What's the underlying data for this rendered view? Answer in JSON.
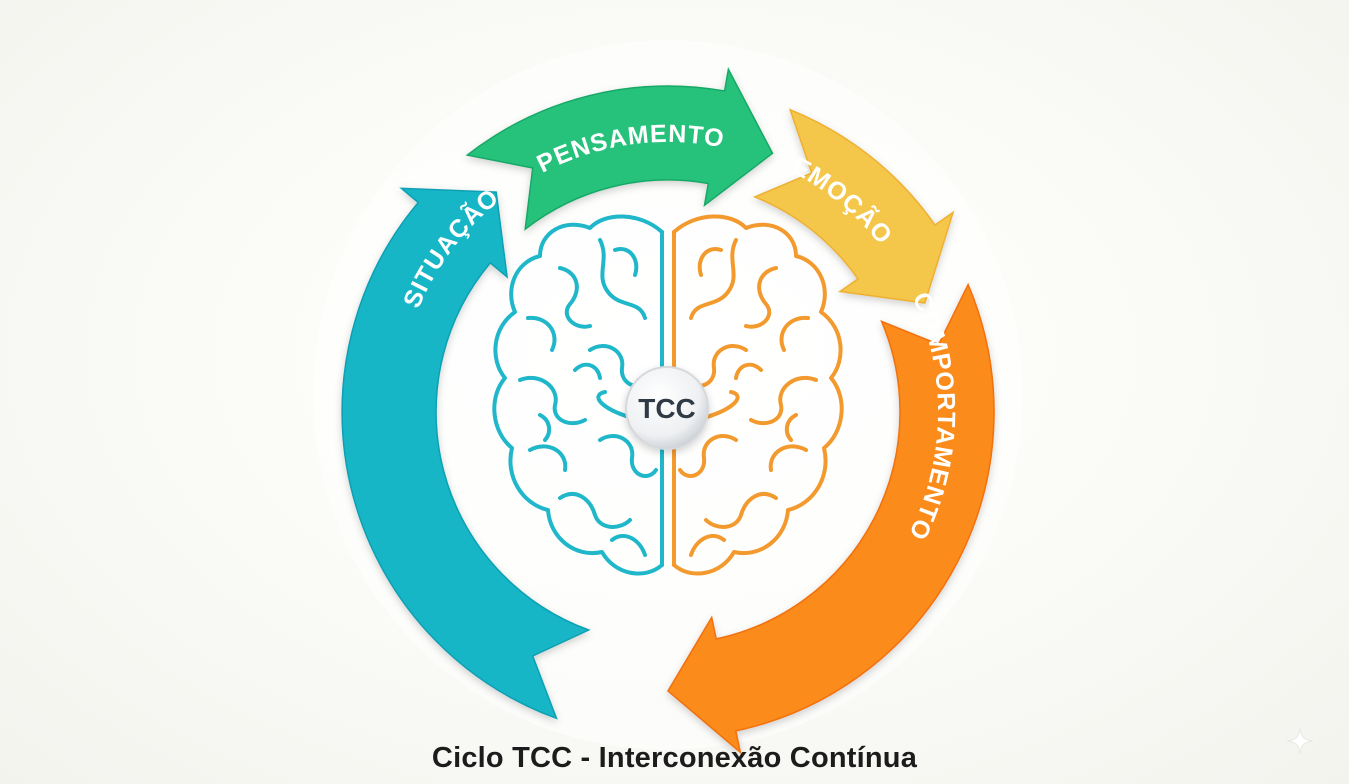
{
  "diagram": {
    "segments": [
      {
        "label": "SITUAÇÃO",
        "color": "#19b6c6",
        "color_dark": "#0e9fb3"
      },
      {
        "label": "PENSAMENTO",
        "color": "#27c27b",
        "color_dark": "#18a866"
      },
      {
        "label": "EMOÇÃO",
        "color": "#f4c64a",
        "color_dark": "#eeb032"
      },
      {
        "label": "COMPORTAMENTO",
        "color": "#fb8c1a",
        "color_dark": "#f26f0c"
      }
    ],
    "center_label": "TCC",
    "brain_colors": {
      "left": "#1fb7c9",
      "right": "#f39a2e"
    }
  },
  "caption": "Ciclo TCC - Interconexão Contínua",
  "icons": {
    "corner": "sparkle-icon"
  }
}
